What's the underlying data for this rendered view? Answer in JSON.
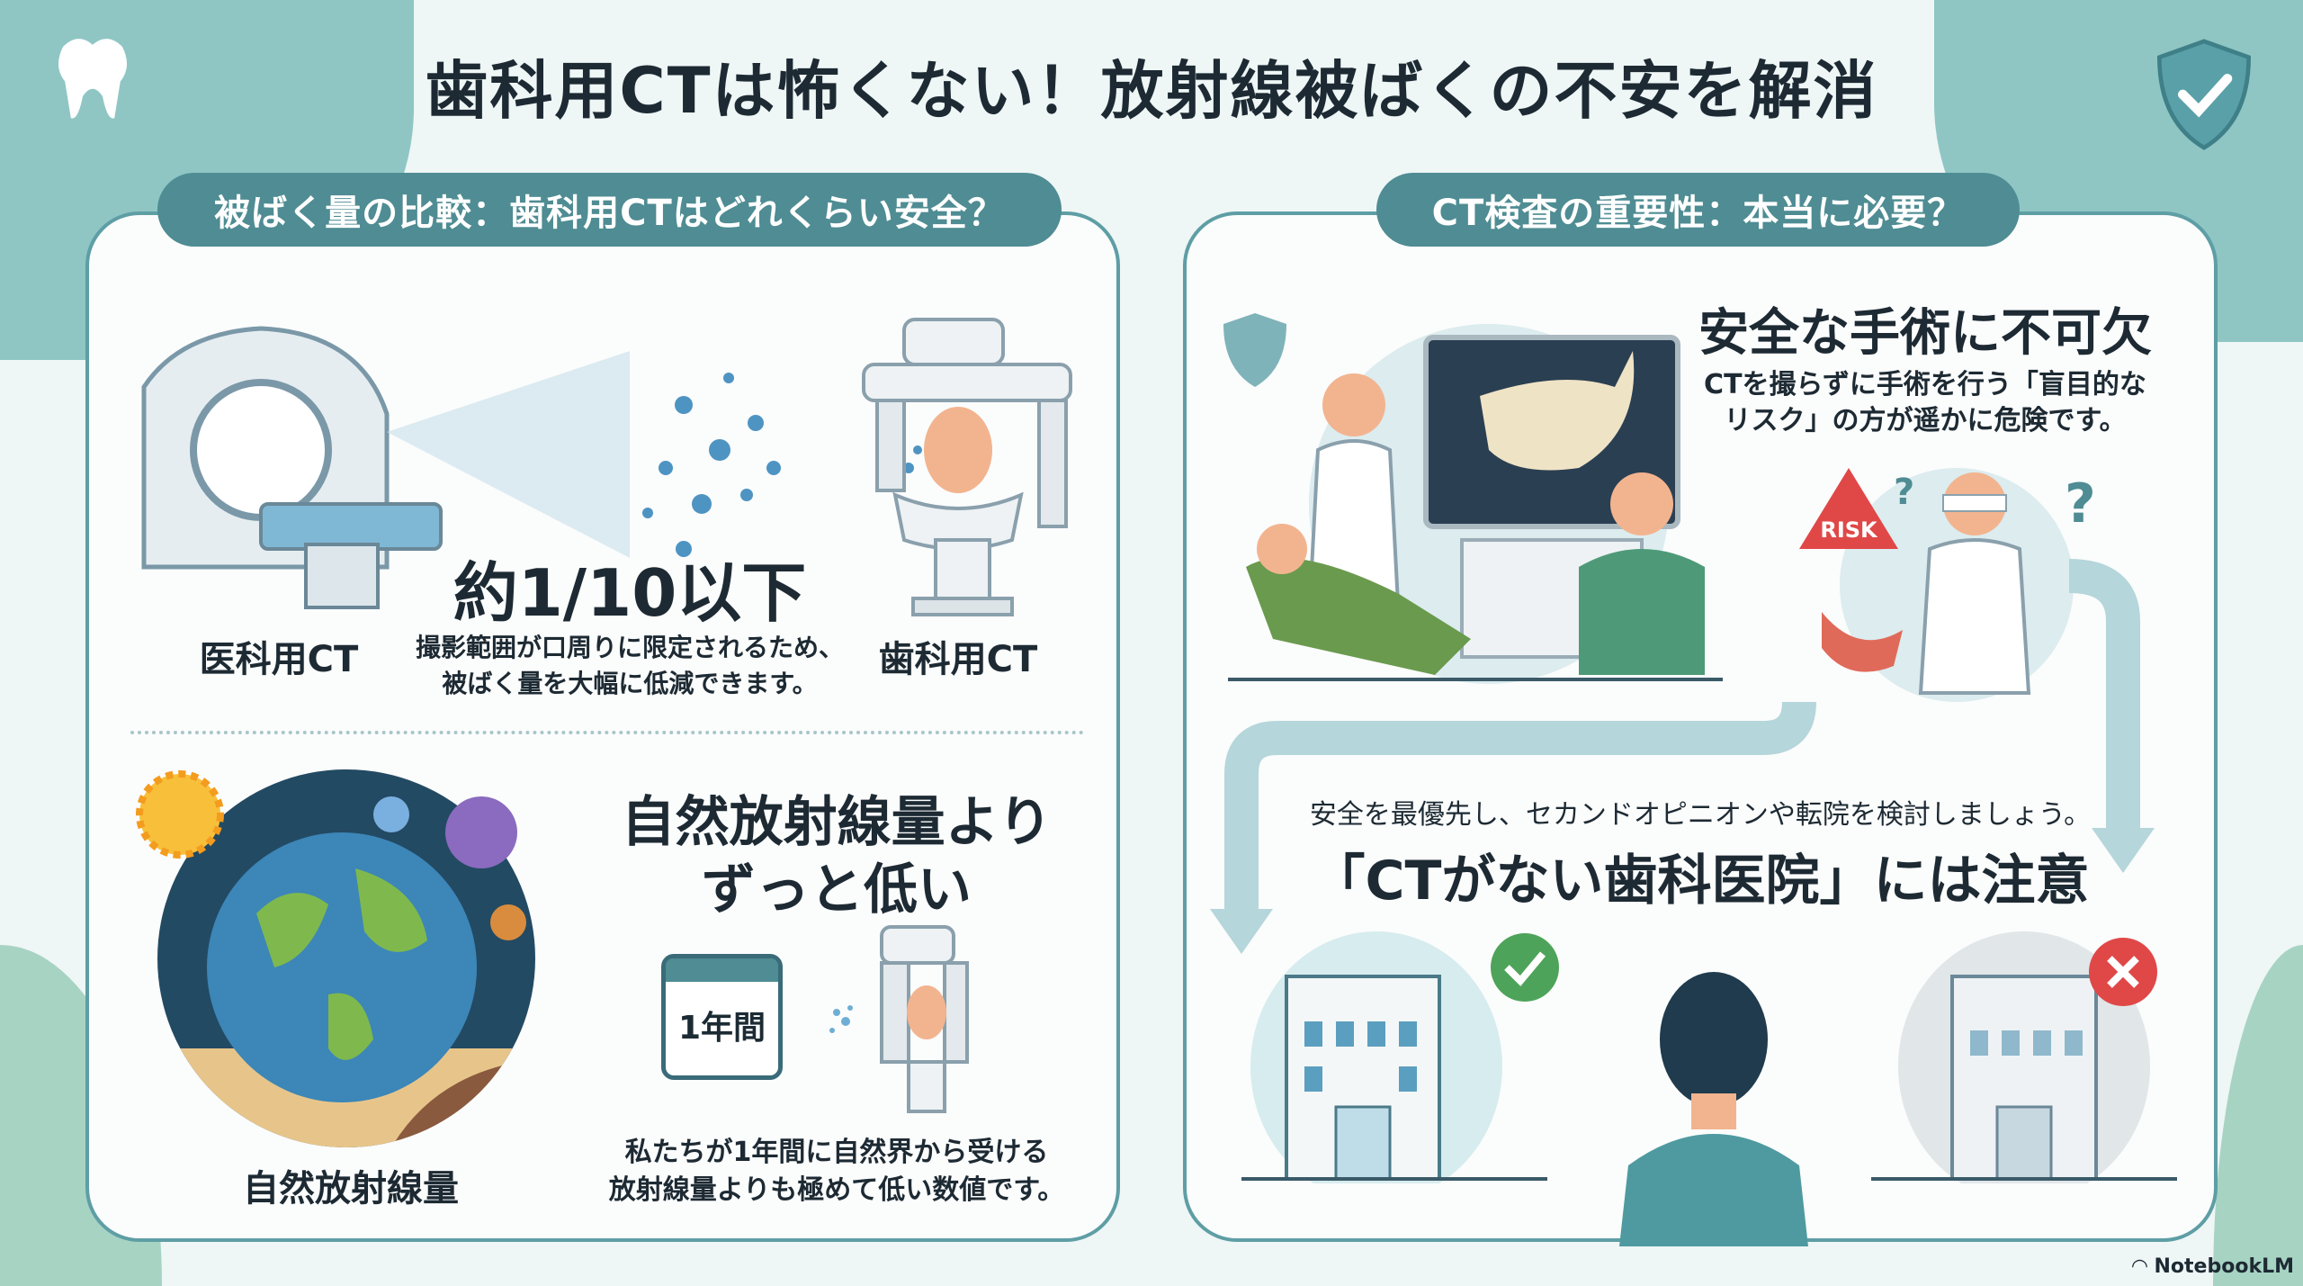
{
  "title": "歯科用CTは怖くない！放射線被ばくの不安を解消",
  "left": {
    "header": "被ばく量の比較：歯科用CTはどれくらい安全？",
    "medical_ct_label": "医科用CT",
    "dental_ct_label": "歯科用CT",
    "ratio": "約1/10以下",
    "ratio_desc": [
      "撮影範囲が口周りに限定されるため、",
      "被ばく量を大幅に低減できます。"
    ],
    "natural_label": "自然放射線量",
    "natural_heading": [
      "自然放射線量より",
      "ずっと低い"
    ],
    "calendar": "1年間",
    "natural_desc": [
      "私たちが1年間に自然界から受ける",
      "放射線量よりも極めて低い数値です。"
    ]
  },
  "right": {
    "header": "CT検査の重要性：本当に必要？",
    "heading": "安全な手術に不可欠",
    "desc": [
      "CTを撮らずに手術を行う「盲目的な",
      "リスク」の方が遥かに危険です。"
    ],
    "risk_badge": "RISK",
    "advice": "安全を最優先し、セカンドオピニオンや転院を検討しましょう。",
    "warning": "「CTがない歯科医院」には注意"
  },
  "watermark": "NotebookLM",
  "colors": {
    "teal": "#4f8c93",
    "border": "#5e9ea5",
    "ok": "#4ea35a",
    "ng": "#e04848"
  }
}
